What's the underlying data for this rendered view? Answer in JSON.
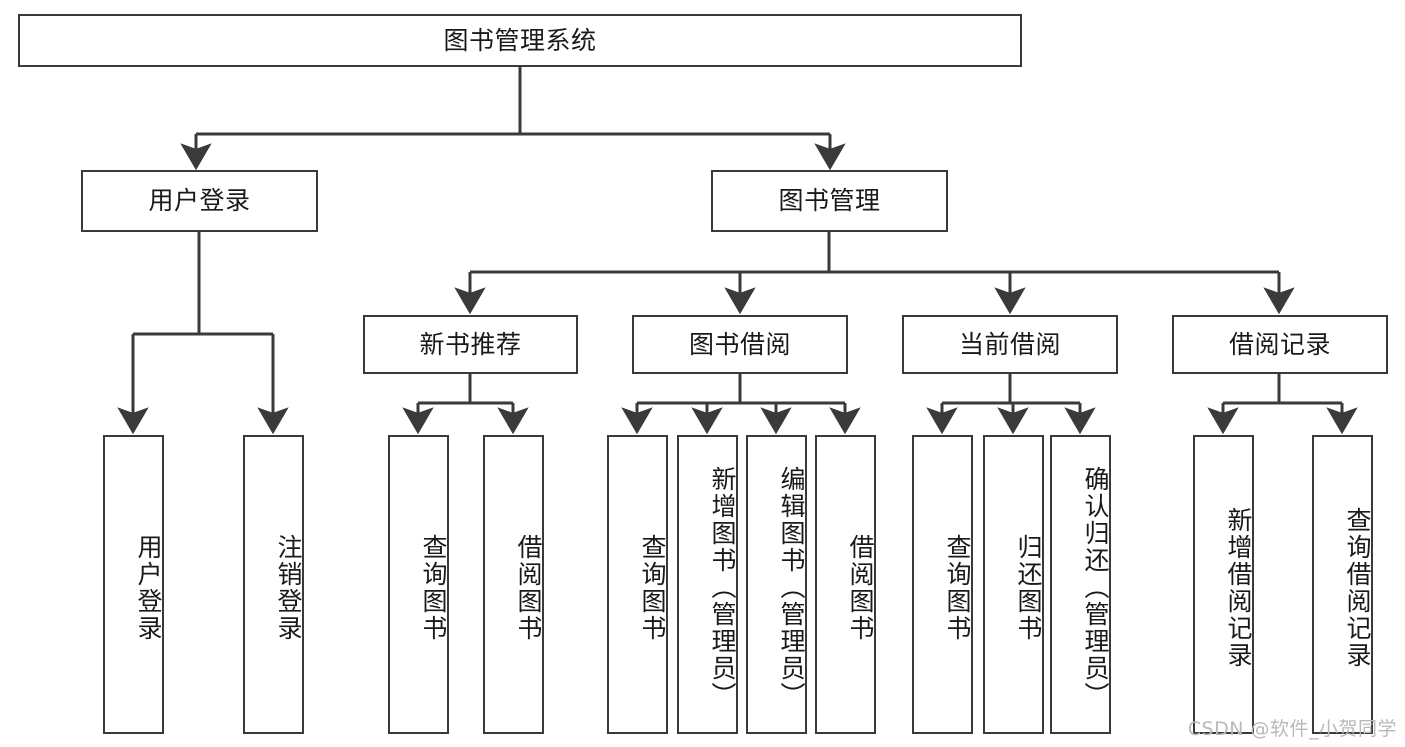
{
  "diagram": {
    "title": "图书管理系统",
    "type": "tree-hierarchy",
    "watermark": "CSDN @软件_小贺同学",
    "colors": {
      "stroke": "#3a3a3a",
      "fill": "#ffffff",
      "text": "#1a1a1a",
      "watermark": "#b9b9b9"
    },
    "levels": {
      "root": {
        "label": "图书管理系统"
      },
      "level2": [
        {
          "id": "user-login",
          "label": "用户登录"
        },
        {
          "id": "book-manage",
          "label": "图书管理"
        }
      ],
      "level3": [
        {
          "id": "new-book-rec",
          "label": "新书推荐"
        },
        {
          "id": "book-borrow",
          "label": "图书借阅"
        },
        {
          "id": "current-borrow",
          "label": "当前借阅"
        },
        {
          "id": "borrow-record",
          "label": "借阅记录"
        }
      ],
      "leaves": {
        "user_login": [
          {
            "id": "leaf-user-login",
            "label": "用户登录"
          },
          {
            "id": "leaf-logout-login",
            "label": "注销登录"
          }
        ],
        "new_book_rec": [
          {
            "id": "leaf-query-book-1",
            "label": "查询图书"
          },
          {
            "id": "leaf-borrow-book-1",
            "label": "借阅图书"
          }
        ],
        "book_borrow": [
          {
            "id": "leaf-query-book-2",
            "label": "查询图书"
          },
          {
            "id": "leaf-add-book",
            "label": "新增图书（管理员）"
          },
          {
            "id": "leaf-edit-book",
            "label": "编辑图书（管理员）"
          },
          {
            "id": "leaf-borrow-book-2",
            "label": "借阅图书"
          }
        ],
        "current_borrow": [
          {
            "id": "leaf-query-book-3",
            "label": "查询图书"
          },
          {
            "id": "leaf-return-book",
            "label": "归还图书"
          },
          {
            "id": "leaf-confirm-return",
            "label": "确认归还（管理员）"
          }
        ],
        "borrow_record": [
          {
            "id": "leaf-add-record",
            "label": "新增借阅记录"
          },
          {
            "id": "leaf-query-record",
            "label": "查询借阅记录"
          }
        ]
      }
    }
  }
}
